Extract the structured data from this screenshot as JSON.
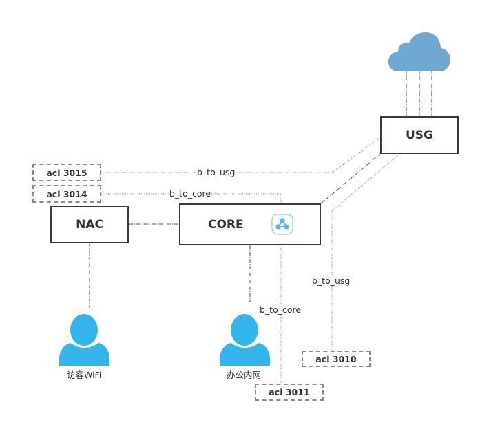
{
  "diagram": {
    "nodes": {
      "usg": "USG",
      "core": "CORE",
      "nac": "NAC"
    },
    "acls": {
      "acl_3015": "acl 3015",
      "acl_3014": "acl 3014",
      "acl_3010": "acl 3010",
      "acl_3011": "acl 3011"
    },
    "link_labels": {
      "top_b_to_usg": "b_to_usg",
      "top_b_to_core": "b_to_core",
      "right_b_to_usg": "b_to_usg",
      "bottom_b_to_core": "b_to_core"
    },
    "users": {
      "guest_wifi": "访客WiFi",
      "office_lan": "办公内网"
    },
    "icons": {
      "cloud": "cloud-icon",
      "core_switch": "network-topology-icon",
      "user": "user-icon"
    },
    "colors": {
      "cloud": "#6fa8d2",
      "user": "#33b5ec",
      "core_icon": "#4fb6ee",
      "border": "#3a3a3a",
      "dashed": "#8c8c8c"
    }
  }
}
